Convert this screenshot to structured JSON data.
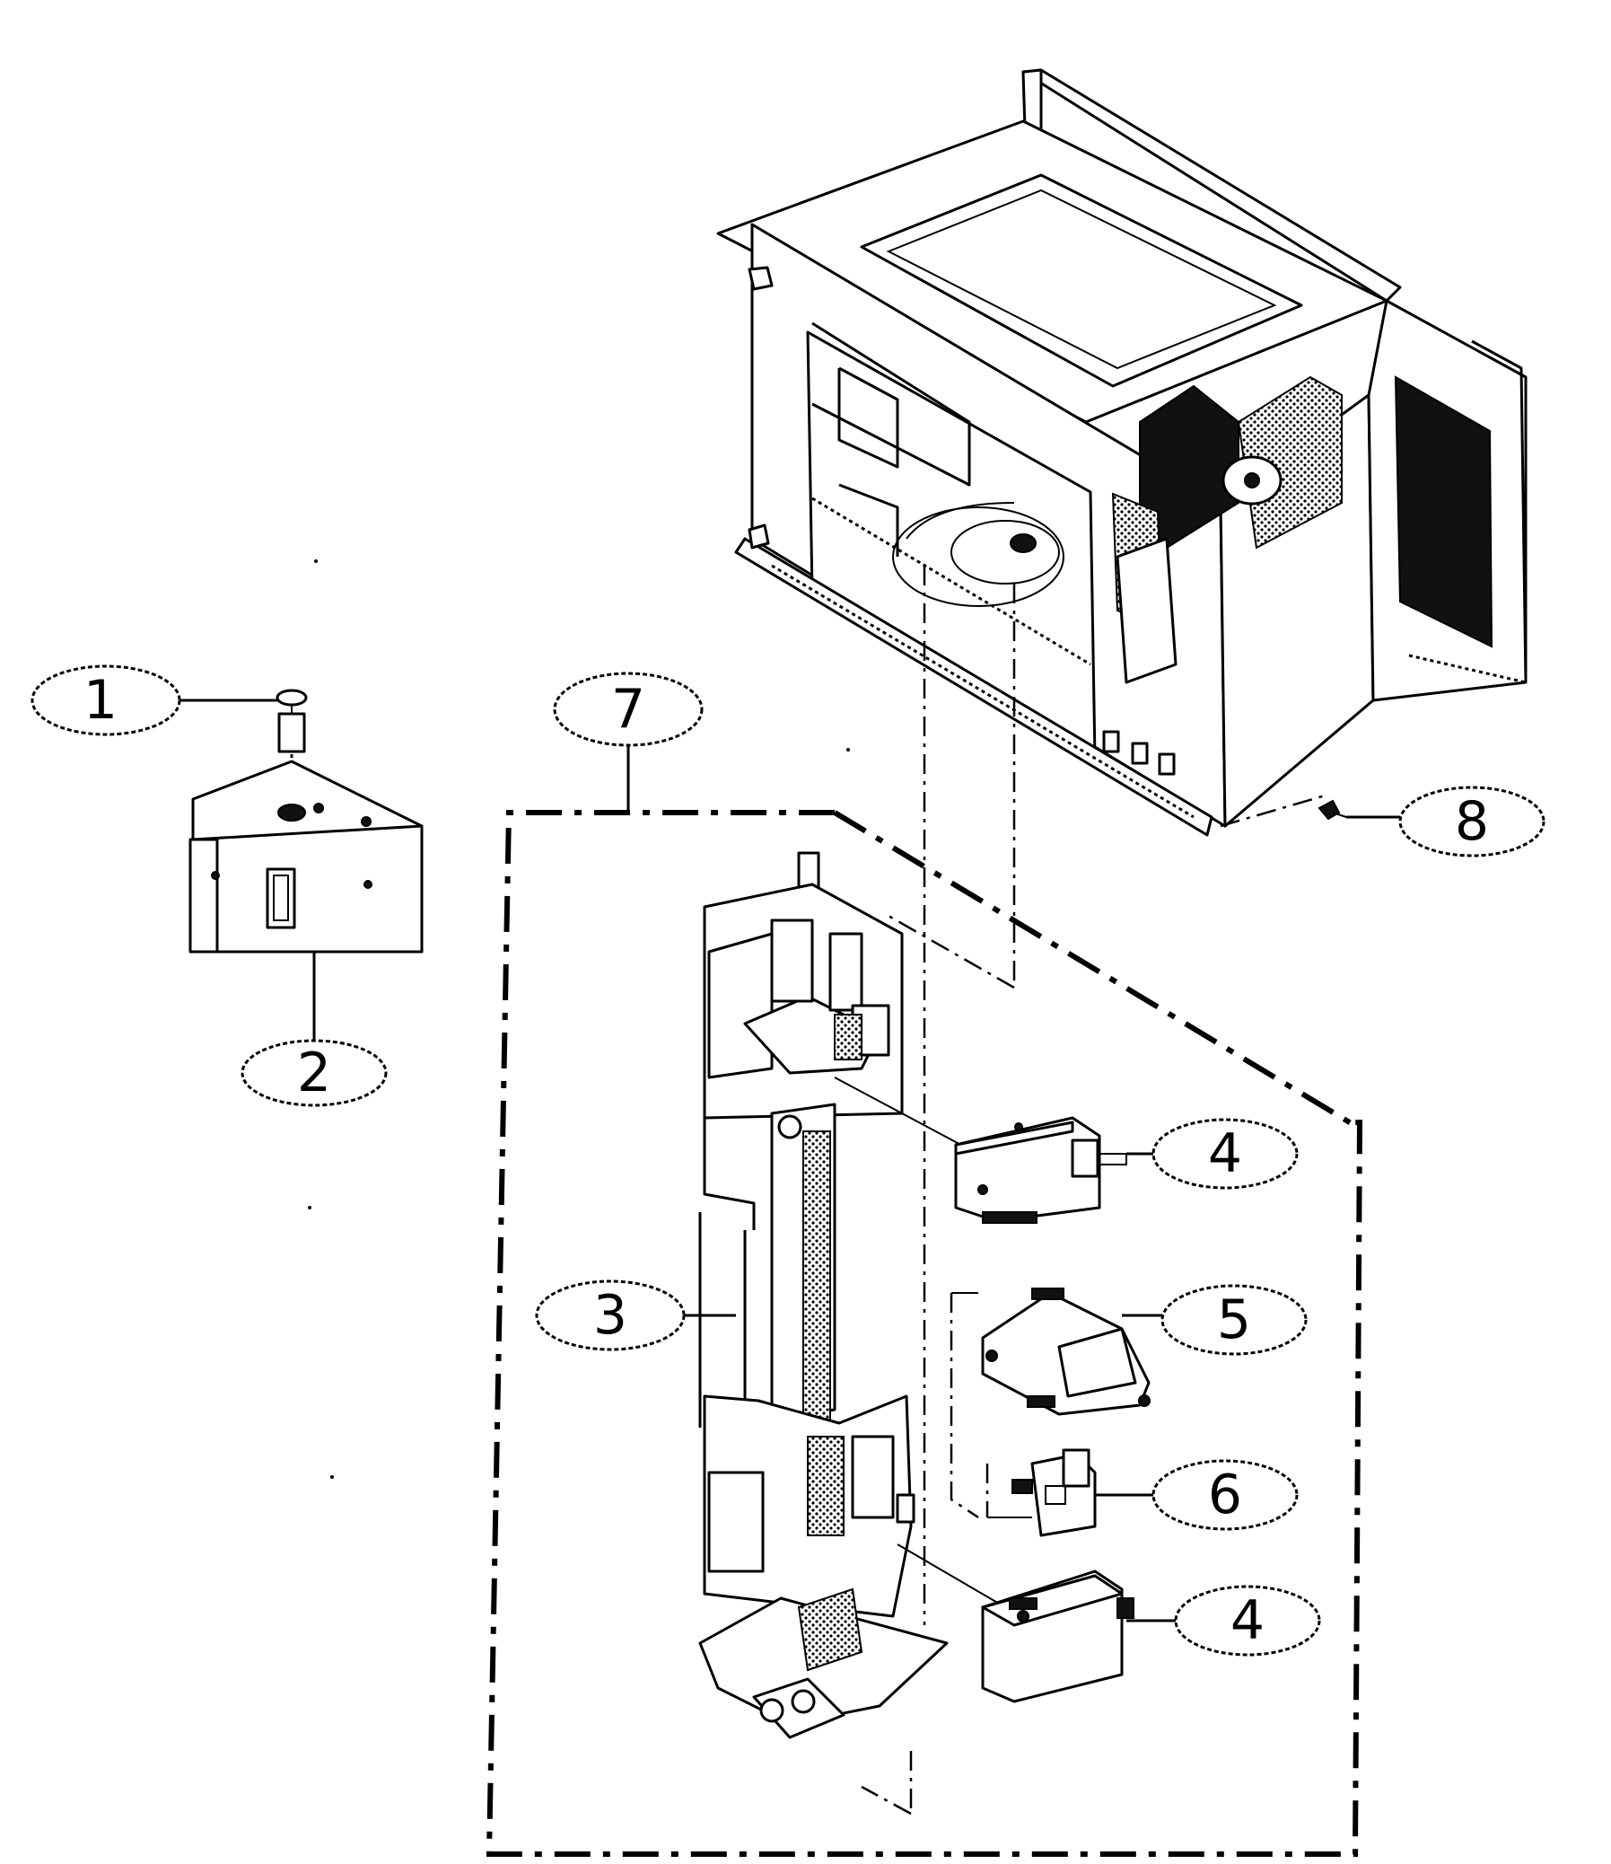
{
  "callouts": [
    {
      "id": "1",
      "label": "1"
    },
    {
      "id": "2",
      "label": "2"
    },
    {
      "id": "3",
      "label": "3"
    },
    {
      "id": "4a",
      "label": "4"
    },
    {
      "id": "4b",
      "label": "4"
    },
    {
      "id": "5",
      "label": "5"
    },
    {
      "id": "6",
      "label": "6"
    },
    {
      "id": "7",
      "label": "7"
    },
    {
      "id": "8",
      "label": "8"
    }
  ]
}
